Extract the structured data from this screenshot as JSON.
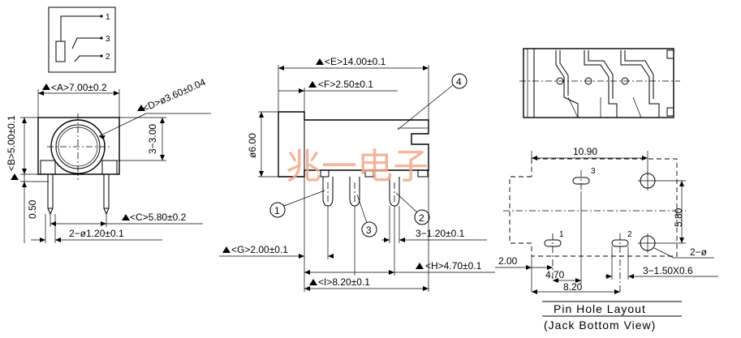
{
  "schematic": {
    "pin1": "1",
    "pin3": "3",
    "pin2": "2"
  },
  "dims": {
    "A": "<A>7.00±0.2",
    "D": "<D>ø3.60±0.04",
    "B": "<B>5.00±0.1",
    "d33": "3−3.00",
    "d050": "0.50",
    "C": "<C>5.80±0.2",
    "pin_dia": "2−ø1.20±0.1",
    "E": "<E>14.00±0.1",
    "F": "<F>2.50±0.1",
    "d6": "ø6.00",
    "G": "<G>2.00±0.1",
    "H": "<H>4.70±0.1",
    "I": "<I>8.20±0.1",
    "pin_w": "3−1.20±0.1",
    "hole_w": "10.90",
    "hole_h": "5.80",
    "hole_200": "2.00",
    "hole_470": "4.70",
    "hole_820": "8.20",
    "hole_slot": "3−1.50X0.6",
    "hole_round": "2−ø"
  },
  "callouts": {
    "c1": "1",
    "c2": "2",
    "c3": "3",
    "c4": "4"
  },
  "hole_labels": {
    "h1": "1",
    "h2": "2",
    "h3": "3"
  },
  "watermark": "兆一电子",
  "caption": {
    "line1": "Pin Hole Layout",
    "line2": "(Jack Bottom View)"
  },
  "colors": {
    "watermark": "#f2a98a",
    "line": "#000000"
  }
}
